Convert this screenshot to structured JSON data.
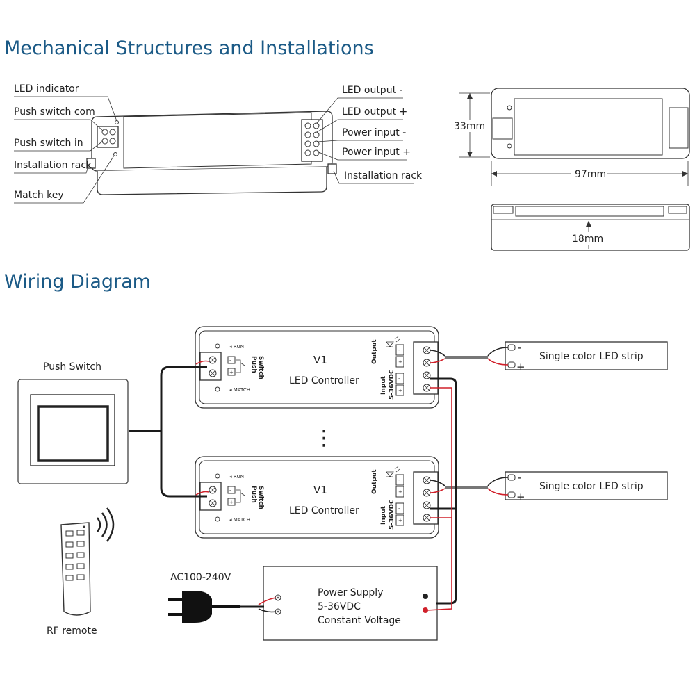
{
  "sections": {
    "mechanical_title": "Mechanical Structures and Installations",
    "wiring_title": "Wiring Diagram"
  },
  "mechanical": {
    "left_labels": [
      "LED indicator",
      "Push switch com",
      "Push switch in",
      "Installation rack",
      "Match key"
    ],
    "right_labels": [
      "LED output -",
      "LED output +",
      "Power input -",
      "Power input +",
      "Installation rack"
    ],
    "dimensions": {
      "height": "33mm",
      "length": "97mm",
      "depth": "18mm"
    }
  },
  "wiring": {
    "push_switch_label": "Push Switch",
    "rf_remote_label": "RF remote",
    "ac_label": "AC100-240V",
    "controller": {
      "name": "V1",
      "subtitle": "LED Controller",
      "run_label": "RUN",
      "match_label": "MATCH",
      "push_switch_side": [
        "Push",
        "Switch"
      ],
      "output_label": "Output",
      "input_label": "Input",
      "input_voltage": "5-36VDC",
      "terminal_minus": "-",
      "terminal_plus": "+"
    },
    "led_strip": {
      "label": "Single color LED strip",
      "minus": "-",
      "plus": "+"
    },
    "power_supply": [
      "Power Supply",
      "5-36VDC",
      "Constant Voltage"
    ],
    "continuation": "⋮"
  }
}
